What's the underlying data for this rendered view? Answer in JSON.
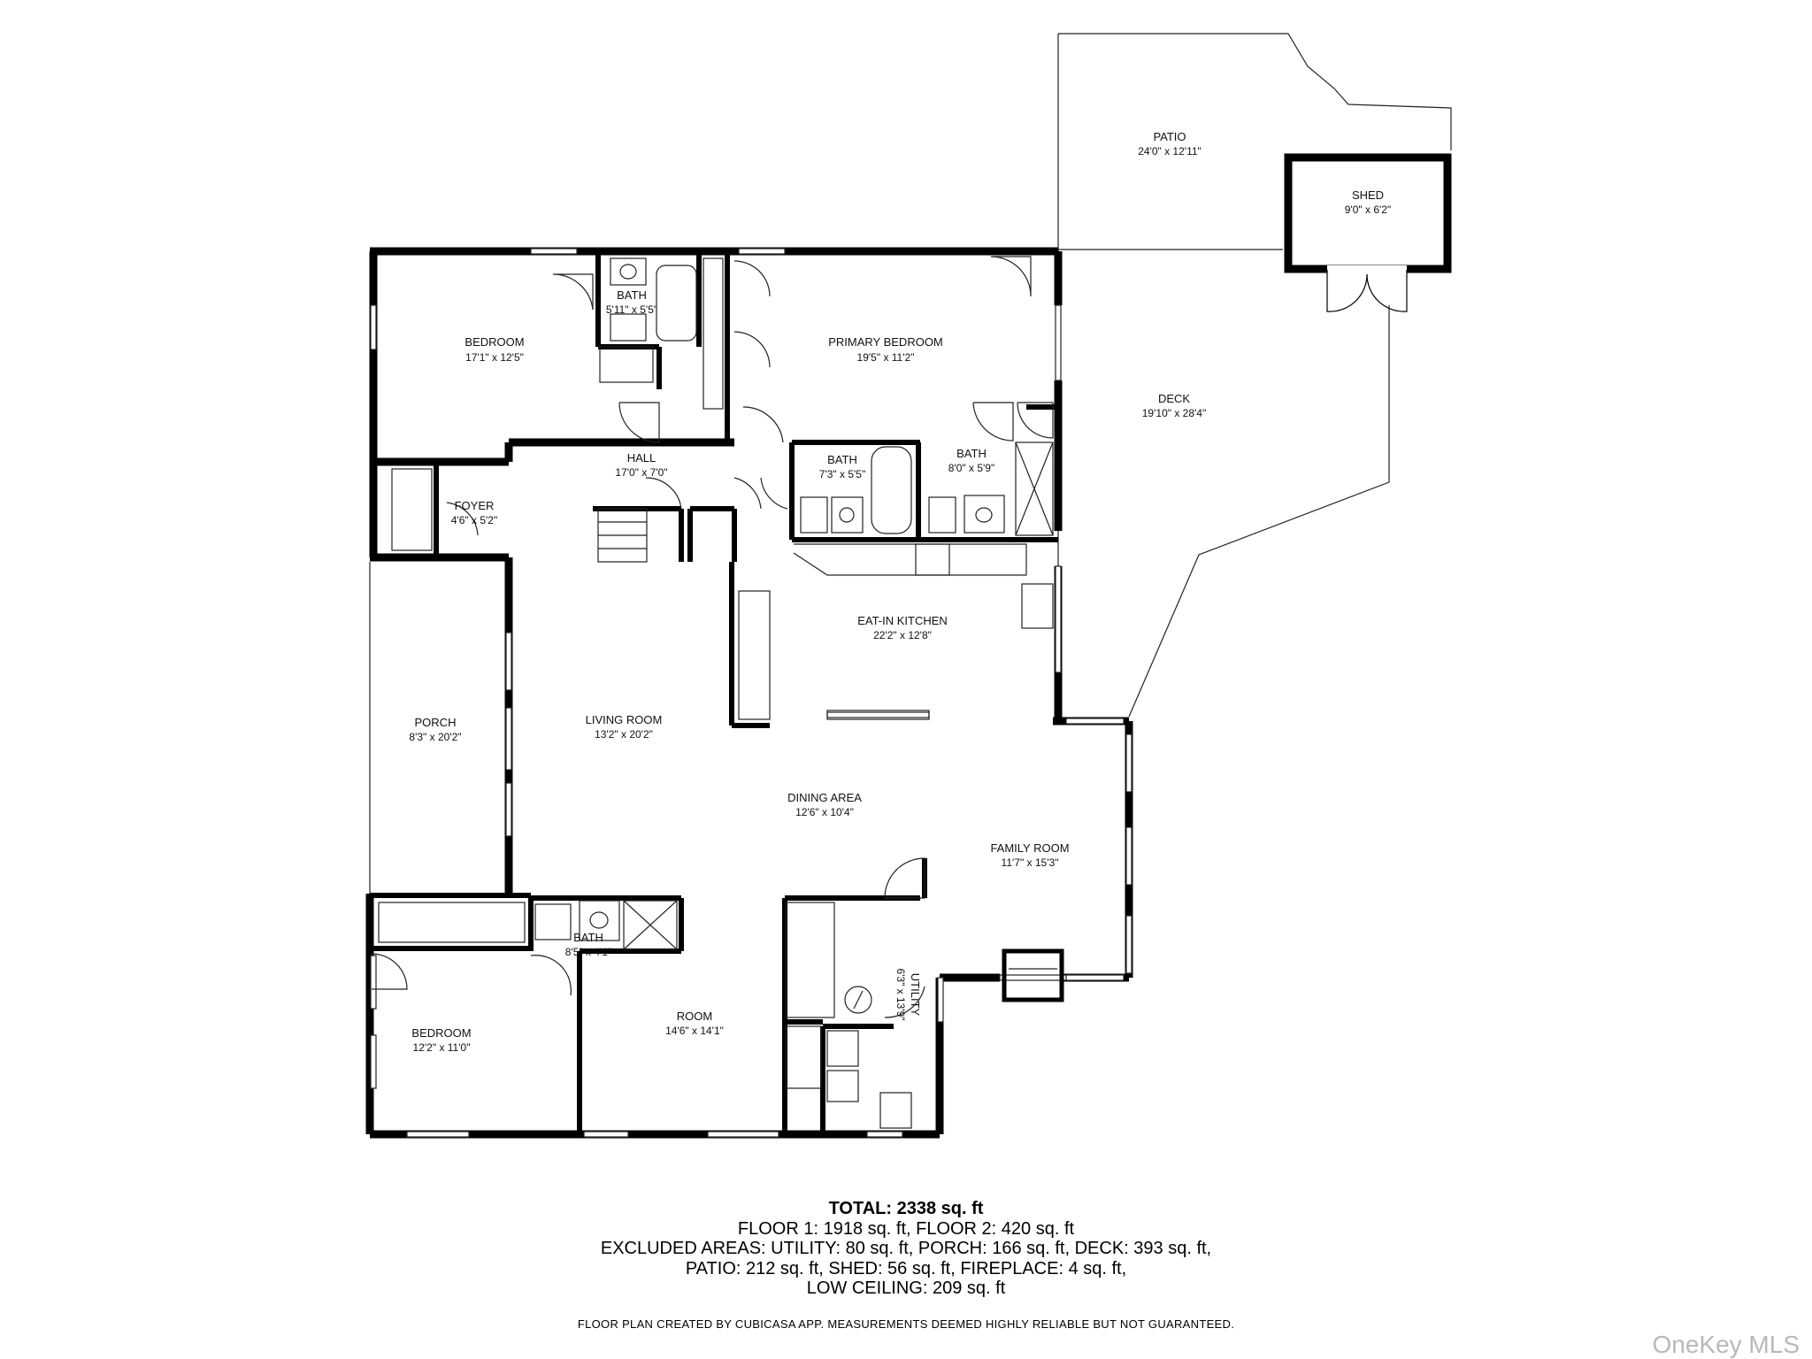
{
  "rooms": [
    {
      "id": "patio",
      "name": "PATIO",
      "dim": "24'0\" x 12'11\""
    },
    {
      "id": "shed",
      "name": "SHED",
      "dim": "9'0\" x 6'2\""
    },
    {
      "id": "bath1",
      "name": "BATH",
      "dim": "5'11\" x 5'5\""
    },
    {
      "id": "bedroom1",
      "name": "BEDROOM",
      "dim": "17'1\" x 12'5\""
    },
    {
      "id": "primary",
      "name": "PRIMARY BEDROOM",
      "dim": "19'5\" x 11'2\""
    },
    {
      "id": "deck",
      "name": "DECK",
      "dim": "19'10\" x 28'4\""
    },
    {
      "id": "hall",
      "name": "HALL",
      "dim": "17'0\" x 7'0\""
    },
    {
      "id": "bath2",
      "name": "BATH",
      "dim": "7'3\" x 5'5\""
    },
    {
      "id": "bath3",
      "name": "BATH",
      "dim": "8'0\" x 5'9\""
    },
    {
      "id": "foyer",
      "name": "FOYER",
      "dim": "4'6\" x 5'2\""
    },
    {
      "id": "kitchen",
      "name": "EAT-IN KITCHEN",
      "dim": "22'2\" x 12'8\""
    },
    {
      "id": "porch",
      "name": "PORCH",
      "dim": "8'3\" x 20'2\""
    },
    {
      "id": "living",
      "name": "LIVING ROOM",
      "dim": "13'2\" x 20'2\""
    },
    {
      "id": "dining",
      "name": "DINING AREA",
      "dim": "12'6\" x 10'4\""
    },
    {
      "id": "family",
      "name": "FAMILY ROOM",
      "dim": "11'7\" x 15'3\""
    },
    {
      "id": "bath4",
      "name": "BATH",
      "dim": "8'5\" x 4'1\""
    },
    {
      "id": "utility",
      "name": "UTILITY",
      "dim": "6'3\" x 13'9\""
    },
    {
      "id": "bedroom2",
      "name": "BEDROOM",
      "dim": "12'2\" x 11'0\""
    },
    {
      "id": "room",
      "name": "ROOM",
      "dim": "14'6\" x 14'1\""
    }
  ],
  "summary": {
    "total": "TOTAL: 2338 sq. ft",
    "line1": "FLOOR 1: 1918 sq. ft, FLOOR 2: 420 sq. ft",
    "line2": "EXCLUDED AREAS: UTILITY: 80 sq. ft, PORCH: 166 sq. ft, DECK: 393 sq. ft,",
    "line3": "PATIO: 212 sq. ft, SHED: 56 sq. ft, FIREPLACE: 4 sq. ft,",
    "line4": "LOW CEILING: 209 sq. ft"
  },
  "disclaimer": "FLOOR PLAN CREATED BY CUBICASA APP. MEASUREMENTS DEEMED HIGHLY RELIABLE BUT NOT GUARANTEED.",
  "watermark": "OneKey MLS",
  "colors": {
    "wall": "#000000",
    "thin": "#222222",
    "watermark": "#b9b9b9"
  }
}
